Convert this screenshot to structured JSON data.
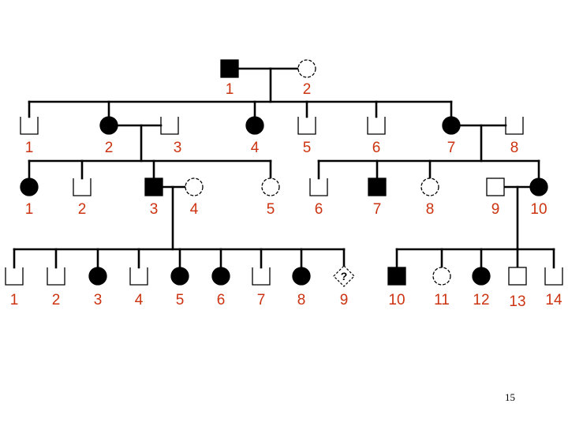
{
  "colors": {
    "line": "#000000",
    "label": "#cc3311",
    "affected": "#000000",
    "unaffected": "#ffffff"
  },
  "unknown_mark": "?",
  "page_number": "15",
  "generations": [
    {
      "id": "I",
      "individuals": [
        {
          "id": "I-1",
          "label": "1",
          "sex": "male",
          "affected": true
        },
        {
          "id": "I-2",
          "label": "2",
          "sex": "female",
          "affected": false
        }
      ]
    },
    {
      "id": "II",
      "individuals": [
        {
          "id": "II-1",
          "label": "1",
          "sex": "male",
          "affected": false
        },
        {
          "id": "II-2",
          "label": "2",
          "sex": "female",
          "affected": true
        },
        {
          "id": "II-3",
          "label": "3",
          "sex": "male",
          "affected": false
        },
        {
          "id": "II-4",
          "label": "4",
          "sex": "female",
          "affected": true
        },
        {
          "id": "II-5",
          "label": "5",
          "sex": "male",
          "affected": false
        },
        {
          "id": "II-6",
          "label": "6",
          "sex": "male",
          "affected": false
        },
        {
          "id": "II-7",
          "label": "7",
          "sex": "female",
          "affected": true
        },
        {
          "id": "II-8",
          "label": "8",
          "sex": "male",
          "affected": false
        }
      ]
    },
    {
      "id": "III",
      "individuals": [
        {
          "id": "III-1",
          "label": "1",
          "sex": "female",
          "affected": true
        },
        {
          "id": "III-2",
          "label": "2",
          "sex": "male",
          "affected": false
        },
        {
          "id": "III-3",
          "label": "3",
          "sex": "male",
          "affected": true
        },
        {
          "id": "III-4",
          "label": "4",
          "sex": "female",
          "affected": false
        },
        {
          "id": "III-5",
          "label": "5",
          "sex": "female",
          "affected": false
        },
        {
          "id": "III-6",
          "label": "6",
          "sex": "male",
          "affected": false
        },
        {
          "id": "III-7",
          "label": "7",
          "sex": "male",
          "affected": true
        },
        {
          "id": "III-8",
          "label": "8",
          "sex": "female",
          "affected": false
        },
        {
          "id": "III-9",
          "label": "9",
          "sex": "male",
          "affected": false
        },
        {
          "id": "III-10",
          "label": "10",
          "sex": "female",
          "affected": true
        }
      ]
    },
    {
      "id": "IV",
      "individuals": [
        {
          "id": "IV-1",
          "label": "1",
          "sex": "male",
          "affected": false
        },
        {
          "id": "IV-2",
          "label": "2",
          "sex": "male",
          "affected": false
        },
        {
          "id": "IV-3",
          "label": "3",
          "sex": "female",
          "affected": true
        },
        {
          "id": "IV-4",
          "label": "4",
          "sex": "male",
          "affected": false
        },
        {
          "id": "IV-5",
          "label": "5",
          "sex": "female",
          "affected": true
        },
        {
          "id": "IV-6",
          "label": "6",
          "sex": "female",
          "affected": true
        },
        {
          "id": "IV-7",
          "label": "7",
          "sex": "male",
          "affected": false
        },
        {
          "id": "IV-8",
          "label": "8",
          "sex": "female",
          "affected": true
        },
        {
          "id": "IV-9",
          "label": "9",
          "sex": "unknown",
          "affected": false
        },
        {
          "id": "IV-10",
          "label": "10",
          "sex": "male",
          "affected": true
        },
        {
          "id": "IV-11",
          "label": "11",
          "sex": "female",
          "affected": false
        },
        {
          "id": "IV-12",
          "label": "12",
          "sex": "female",
          "affected": true
        },
        {
          "id": "IV-13",
          "label": "13",
          "sex": "male",
          "affected": false
        },
        {
          "id": "IV-14",
          "label": "14",
          "sex": "male",
          "affected": false
        }
      ]
    }
  ],
  "matings": [
    {
      "partners": [
        "I-1",
        "I-2"
      ],
      "children": [
        "II-1",
        "II-2",
        "II-4",
        "II-5",
        "II-6",
        "II-7"
      ]
    },
    {
      "partners": [
        "II-2",
        "II-3"
      ],
      "children": [
        "III-1",
        "III-2",
        "III-3",
        "III-5"
      ]
    },
    {
      "partners": [
        "II-7",
        "II-8"
      ],
      "children": [
        "III-6",
        "III-7",
        "III-8",
        "III-10"
      ]
    },
    {
      "partners": [
        "III-3",
        "III-4"
      ],
      "children": [
        "IV-1",
        "IV-2",
        "IV-3",
        "IV-4",
        "IV-5",
        "IV-6",
        "IV-7",
        "IV-8",
        "IV-9"
      ]
    },
    {
      "partners": [
        "III-9",
        "III-10"
      ],
      "children": [
        "IV-10",
        "IV-11",
        "IV-12",
        "IV-13",
        "IV-14"
      ]
    }
  ]
}
